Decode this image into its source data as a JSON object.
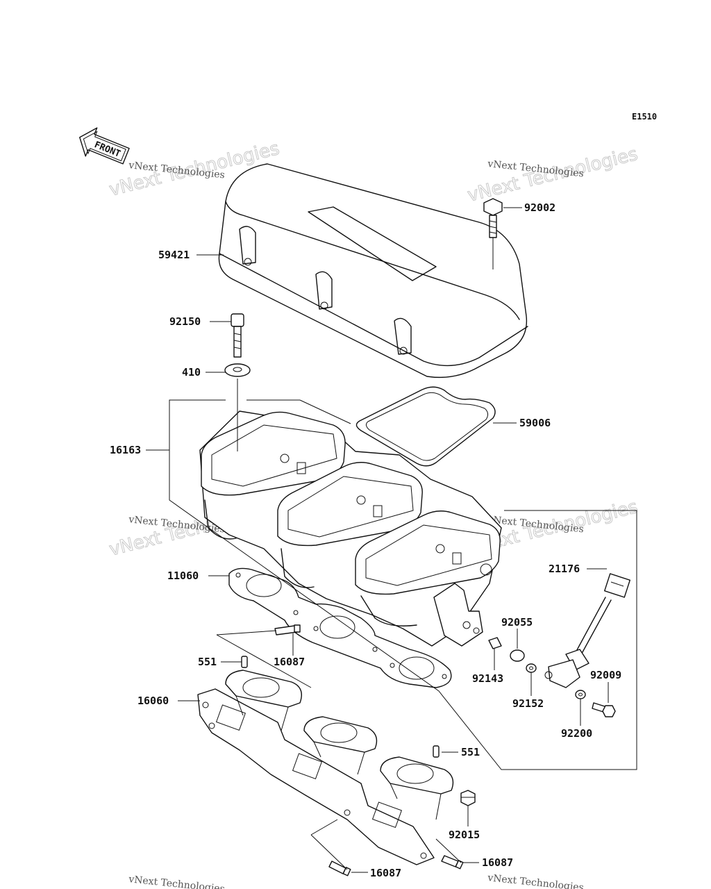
{
  "diagram_code": "E1510",
  "front_label": "FRONT",
  "watermark": {
    "large": "vNext Technologies",
    "small": "vNext Technologies"
  },
  "parts": [
    {
      "id": "p59421",
      "label": "59421"
    },
    {
      "id": "p92002",
      "label": "92002"
    },
    {
      "id": "p92150",
      "label": "92150"
    },
    {
      "id": "p410",
      "label": "410"
    },
    {
      "id": "p59006",
      "label": "59006"
    },
    {
      "id": "p16163",
      "label": "16163"
    },
    {
      "id": "p21176",
      "label": "21176"
    },
    {
      "id": "p11060",
      "label": "11060"
    },
    {
      "id": "p92055",
      "label": "92055"
    },
    {
      "id": "p16087a",
      "label": "16087"
    },
    {
      "id": "p551a",
      "label": "551"
    },
    {
      "id": "p92143",
      "label": "92143"
    },
    {
      "id": "p92009",
      "label": "92009"
    },
    {
      "id": "p92152",
      "label": "92152"
    },
    {
      "id": "p16060",
      "label": "16060"
    },
    {
      "id": "p92200",
      "label": "92200"
    },
    {
      "id": "p551b",
      "label": "551"
    },
    {
      "id": "p92015",
      "label": "92015"
    },
    {
      "id": "p16087b",
      "label": "16087"
    },
    {
      "id": "p16087c",
      "label": "16087"
    }
  ]
}
